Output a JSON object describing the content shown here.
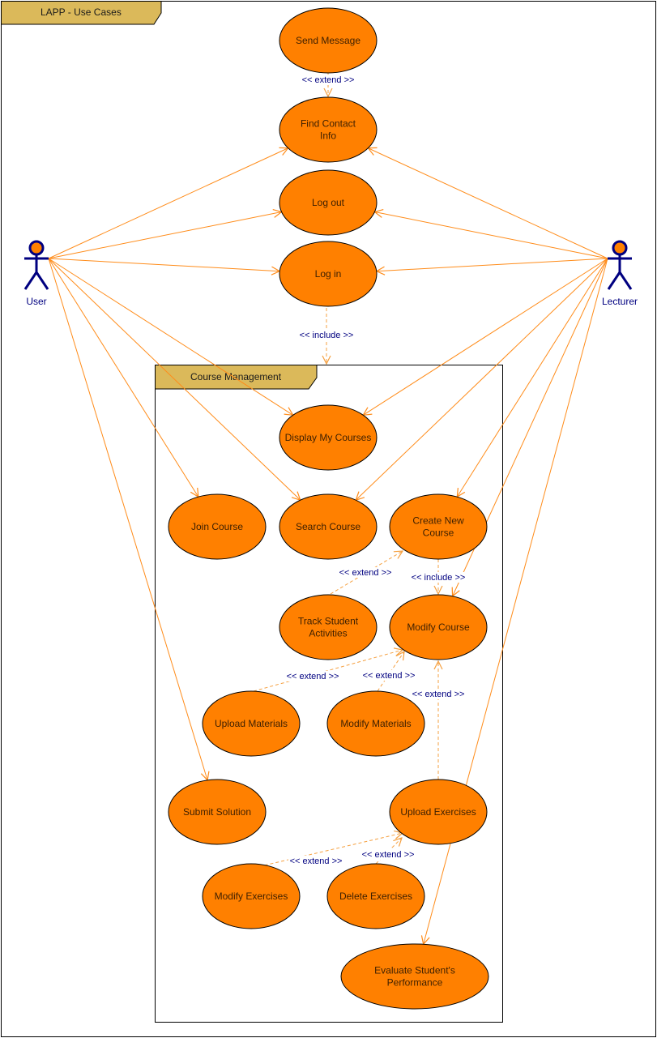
{
  "frame": {
    "title": "LAPP - Use Cases"
  },
  "package": {
    "title": "Course Management"
  },
  "actors": {
    "user": "User",
    "lecturer": "Lecturer"
  },
  "use_cases": {
    "send_message": [
      "Send Message"
    ],
    "find_contact_info": [
      "Find Contact",
      "Info"
    ],
    "log_out": [
      "Log out"
    ],
    "log_in": [
      "Log in"
    ],
    "display_my_courses": [
      "Display My Courses"
    ],
    "join_course": [
      "Join Course"
    ],
    "search_course": [
      "Search Course"
    ],
    "create_new_course": [
      "Create New",
      "Course"
    ],
    "track_student_activities": [
      "Track Student",
      "Activities"
    ],
    "modify_course": [
      "Modify Course"
    ],
    "upload_materials": [
      "Upload Materials"
    ],
    "modify_materials": [
      "Modify Materials"
    ],
    "submit_solution": [
      "Submit Solution"
    ],
    "upload_exercises": [
      "Upload Exercises"
    ],
    "modify_exercises": [
      "Modify Exercises"
    ],
    "delete_exercises": [
      "Delete Exercises"
    ],
    "evaluate_performance": [
      "Evaluate Student's",
      "Performance"
    ]
  },
  "stereotypes": {
    "extend": "<< extend >>",
    "include": "<< include >>"
  },
  "colors": {
    "usecase_fill": "#ff8000",
    "usecase_stroke": "#000000",
    "association": "#ff8c1a",
    "dependency": "#f5a040",
    "actor_stroke": "#000080",
    "actor_head": "#ff8000",
    "tab_fill": "#dbb95a",
    "stereo_text": "#000080"
  }
}
